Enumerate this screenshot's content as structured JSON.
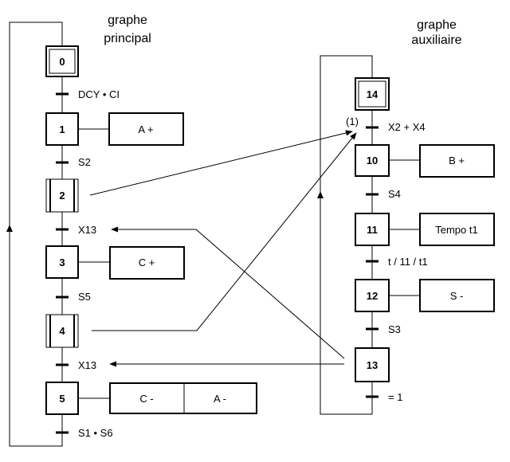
{
  "main_graph": {
    "title_line1": "graphe",
    "title_line2": "principal",
    "steps": [
      {
        "id": "0",
        "initial": true
      },
      {
        "id": "1"
      },
      {
        "id": "2",
        "macro": true
      },
      {
        "id": "3"
      },
      {
        "id": "4",
        "macro": true
      },
      {
        "id": "5"
      }
    ],
    "transitions": [
      "DCY • CI",
      "S2",
      "X13",
      "S5",
      "X13",
      "S1 • S6"
    ],
    "actions": {
      "step1": "A +",
      "step3": "C +",
      "step5_a": "C -",
      "step5_b": "A -"
    }
  },
  "aux_graph": {
    "title_line1": "graphe",
    "title_line2": "auxiliaire",
    "steps": [
      {
        "id": "14",
        "initial": true
      },
      {
        "id": "10"
      },
      {
        "id": "11"
      },
      {
        "id": "12"
      },
      {
        "id": "13"
      }
    ],
    "transitions": [
      "X2 + X4",
      "S4",
      "t / 11 / t1",
      "S3",
      "= 1"
    ],
    "transition_marker": "(1)",
    "actions": {
      "step10": "B +",
      "step11": "Tempo t1",
      "step12": "S -"
    }
  }
}
